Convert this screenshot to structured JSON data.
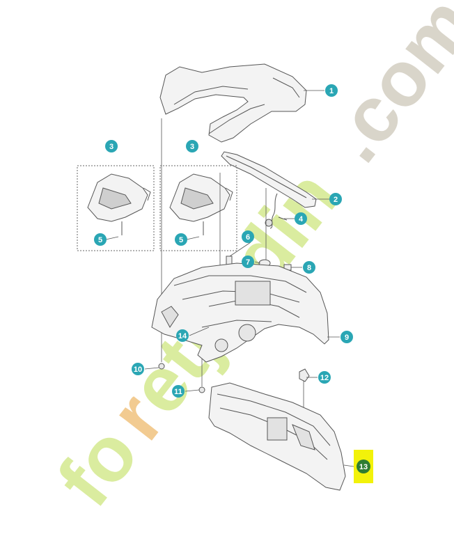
{
  "watermark": {
    "text": "foretjardin.com",
    "color_green": "#d9eb9a",
    "color_orange": "#f2c98c",
    "color_grey": "#d8d3c8"
  },
  "colors": {
    "callout": "#2aa6b4",
    "callout_highlight": "#f2f20a",
    "line": "#555555",
    "part_fill": "#f3f3f3"
  },
  "callouts": [
    {
      "id": "c1",
      "label": "1"
    },
    {
      "id": "c2",
      "label": "2"
    },
    {
      "id": "c3a",
      "label": "3"
    },
    {
      "id": "c3b",
      "label": "3"
    },
    {
      "id": "c4",
      "label": "4"
    },
    {
      "id": "c5a",
      "label": "5"
    },
    {
      "id": "c5b",
      "label": "5"
    },
    {
      "id": "c6",
      "label": "6"
    },
    {
      "id": "c7",
      "label": "7"
    },
    {
      "id": "c8",
      "label": "8"
    },
    {
      "id": "c9",
      "label": "9"
    },
    {
      "id": "c10",
      "label": "10"
    },
    {
      "id": "c11",
      "label": "11"
    },
    {
      "id": "c12",
      "label": "12"
    },
    {
      "id": "c13",
      "label": "13",
      "highlighted": true
    },
    {
      "id": "c14",
      "label": "14"
    }
  ]
}
